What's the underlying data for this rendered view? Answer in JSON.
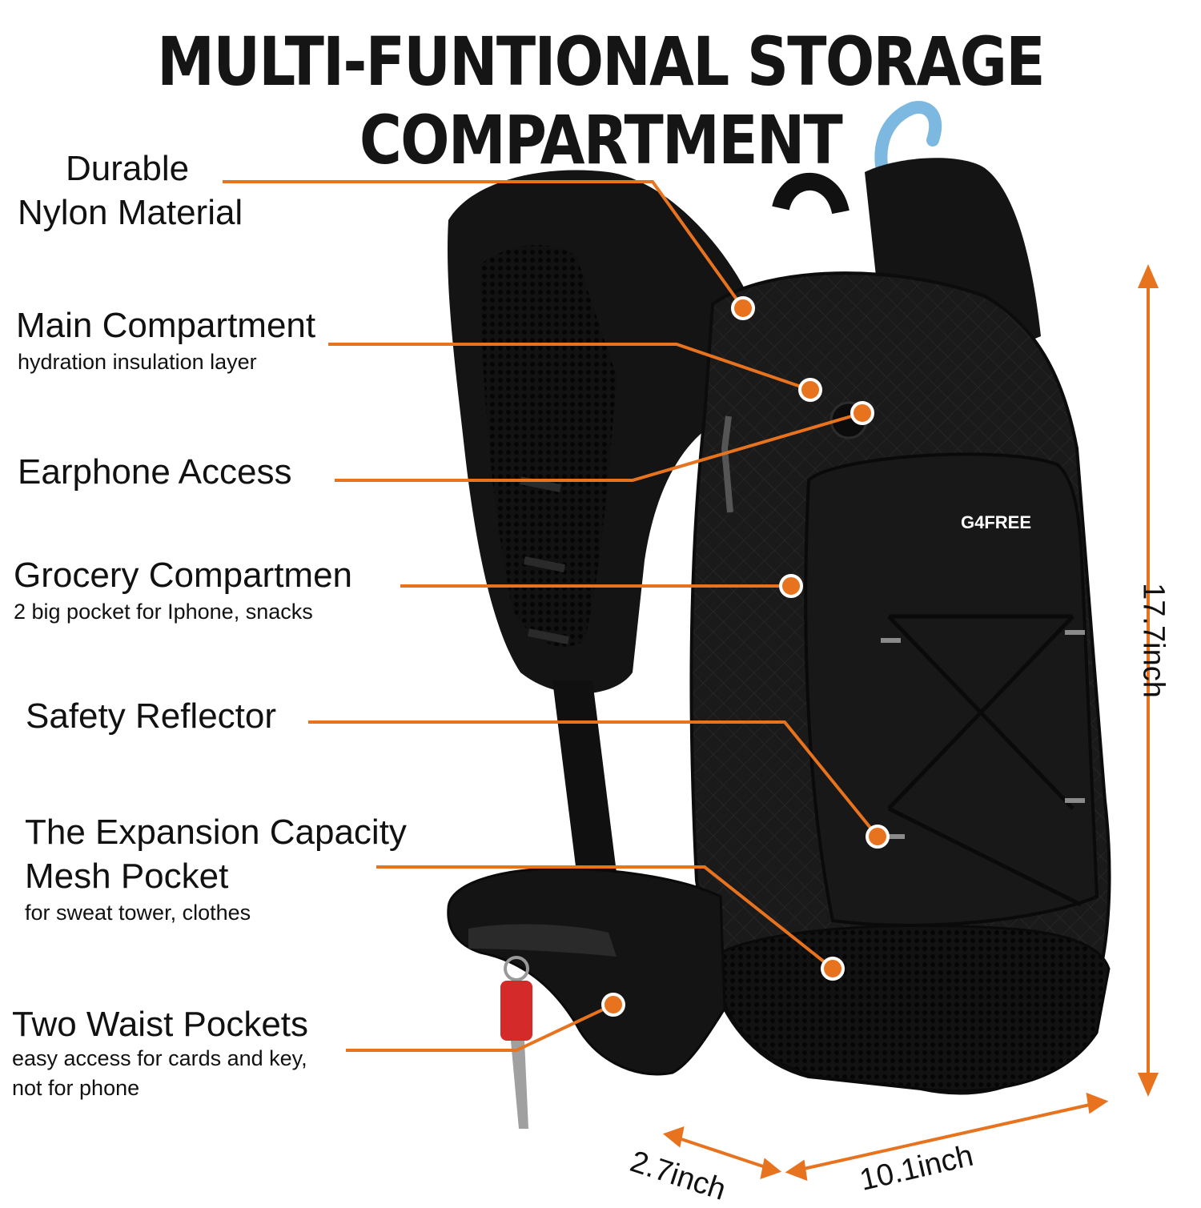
{
  "title": "MULTI-FUNTIONAL STORAGE COMPARTMENT",
  "features": [
    {
      "title_lines": [
        "Durable",
        "Nylon Material"
      ]
    },
    {
      "title_lines": [
        "Main Compartment"
      ],
      "sub_lines": [
        "hydration insulation layer"
      ]
    },
    {
      "title_lines": [
        "Earphone Access"
      ]
    },
    {
      "title_lines": [
        "Grocery Compartmen"
      ],
      "sub_lines": [
        "2 big pocket for Iphone, snacks"
      ]
    },
    {
      "title_lines": [
        "Safety Reflector"
      ]
    },
    {
      "title_lines": [
        "The Expansion Capacity",
        "Mesh Pocket"
      ],
      "sub_lines": [
        "for sweat tower, clothes"
      ]
    },
    {
      "title_lines": [
        "Two Waist Pockets"
      ],
      "sub_lines": [
        "easy access for cards and key,",
        "not for phone"
      ]
    }
  ],
  "brand": "G4FREE",
  "dimensions": {
    "height": "17.7inch",
    "depth": "2.7inch",
    "width": "10.1inch"
  },
  "colors": {
    "accent": "#E8731F",
    "bag": "#161616",
    "hydration_tube": "#7DB8E0",
    "key_tag": "#D42A2A"
  }
}
